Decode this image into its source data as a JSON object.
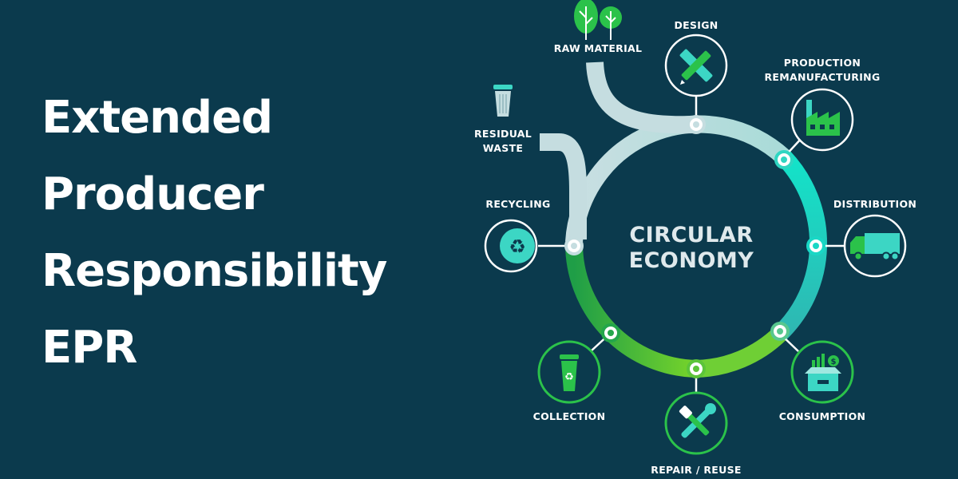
{
  "heading": {
    "lines": [
      "Extended",
      "Producer",
      "Responsibility",
      "EPR"
    ]
  },
  "center": {
    "line1": "CIRCULAR",
    "line2": "ECONOMY"
  },
  "stages": {
    "raw_material": "RAW MATERIAL",
    "design": "DESIGN",
    "production_line1": "PRODUCTION",
    "production_line2": "REMANUFACTURING",
    "distribution": "DISTRIBUTION",
    "consumption": "CONSUMPTION",
    "repair_reuse": "REPAIR / REUSE",
    "collection": "COLLECTION",
    "recycling": "RECYCLING",
    "residual_line1": "RESIDUAL",
    "residual_line2": "WASTE"
  },
  "colors": {
    "background": "#0b3a4d",
    "ring_light": "#c5dde0",
    "ring_cyan": "#13e3c9",
    "ring_teal": "#28c7bb",
    "ring_green": "#1fa84a",
    "ring_lime": "#6fd02e",
    "icon_green": "#2bc24a",
    "icon_teal": "#3cd6c4"
  },
  "icons": {
    "raw_material": "trees-icon",
    "design": "pencil-ruler-icon",
    "production": "factory-icon",
    "distribution": "truck-icon",
    "consumption": "box-chart-icon",
    "repair_reuse": "wrench-screwdriver-icon",
    "collection": "recycle-bin-icon",
    "recycling": "recycle-arrows-icon",
    "residual_waste": "trash-can-icon"
  }
}
